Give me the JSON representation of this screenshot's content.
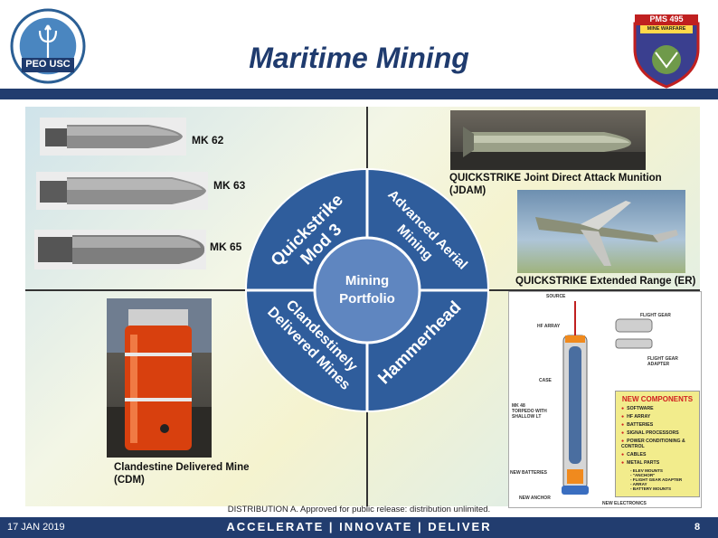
{
  "title": "Maritime Mining",
  "left_logo": {
    "icon": "peo-usc-seal",
    "text": "PEO USC"
  },
  "right_logo": {
    "icon": "pms-495-mine-warfare-badge",
    "text": "PMS 495",
    "subtext": "MINE WARFARE"
  },
  "mines": [
    {
      "label": "MK 62"
    },
    {
      "label": "MK 63"
    },
    {
      "label": "MK 65"
    }
  ],
  "wheel": {
    "center": [
      "Mining",
      "Portfolio"
    ],
    "quadrants": {
      "top_left": [
        "Quickstrike",
        "Mod 3"
      ],
      "top_right": [
        "Advanced Aerial",
        "Mining"
      ],
      "bottom_left": [
        "Clandestinely",
        "Delivered Mines"
      ],
      "bottom_right": [
        "Hammerhead"
      ]
    }
  },
  "captions": {
    "jdam": [
      "QUICKSTRIKE Joint Direct Attack Munition",
      "(JDAM)"
    ],
    "er": "QUICKSTRIKE Extended Range (ER)",
    "cdm": [
      "Clandestine Delivered Mine",
      "(CDM)"
    ]
  },
  "hammerhead_diagram": {
    "labels": {
      "source": "SOURCE",
      "hf_array": "HF ARRAY",
      "case": "CASE",
      "torpedo": "MK 48 TORPEDO WITH SHALLOW LT",
      "flight_gear": "FLIGHT GEAR",
      "flight_gear_adapter": "FLIGHT GEAR ADAPTER",
      "new_batteries": "NEW BATTERIES",
      "new_anchor": "NEW ANCHOR",
      "new_electronics": "NEW ELECTRONICS"
    },
    "new_components": {
      "header": "NEW COMPONENTS",
      "items": [
        "SOFTWARE",
        "HF ARRAY",
        "BATTERIES",
        "SIGNAL PROCESSORS",
        "POWER CONDITIONING & CONTROL",
        "CABLES",
        "METAL PARTS"
      ],
      "sub_items": [
        "- ELEV MOUNTS",
        "- \"ANCHOR\"",
        "- FLIGHT GEAR ADAPTER",
        "- ARRAY",
        "- BATTERY MOUNTS"
      ]
    }
  },
  "distribution": "DISTRIBUTION A. Approved for public release: distribution unlimited.",
  "footer": {
    "date": "17 JAN 2019",
    "tagline": "ACCELERATE | INNOVATE | DELIVER",
    "page": "8"
  },
  "colors": {
    "navy": "#223d6f",
    "wheel": "#2f5d9c",
    "wheel_center": "#5f86c0",
    "accent_red": "#d12020"
  }
}
